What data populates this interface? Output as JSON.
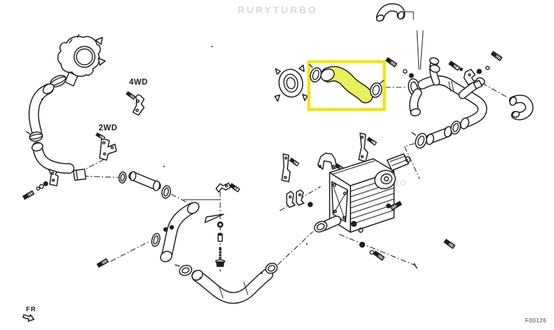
{
  "colors": {
    "background": "#ffffff",
    "line": "#1d1d1d",
    "watermark": "#d8d8d8",
    "highlight_border": "#f2e412",
    "highlight_fill": "#e9ee5b"
  },
  "watermarks": {
    "top": "RURYTURBO",
    "middle": "RURYTURBO"
  },
  "labels": {
    "drivetrain_4wd": "4WD",
    "drivetrain_2wd": "2WD",
    "front_marker": "FR",
    "figure_code": "F00126"
  },
  "highlight": {
    "part": "intercooler-inlet-hose"
  }
}
